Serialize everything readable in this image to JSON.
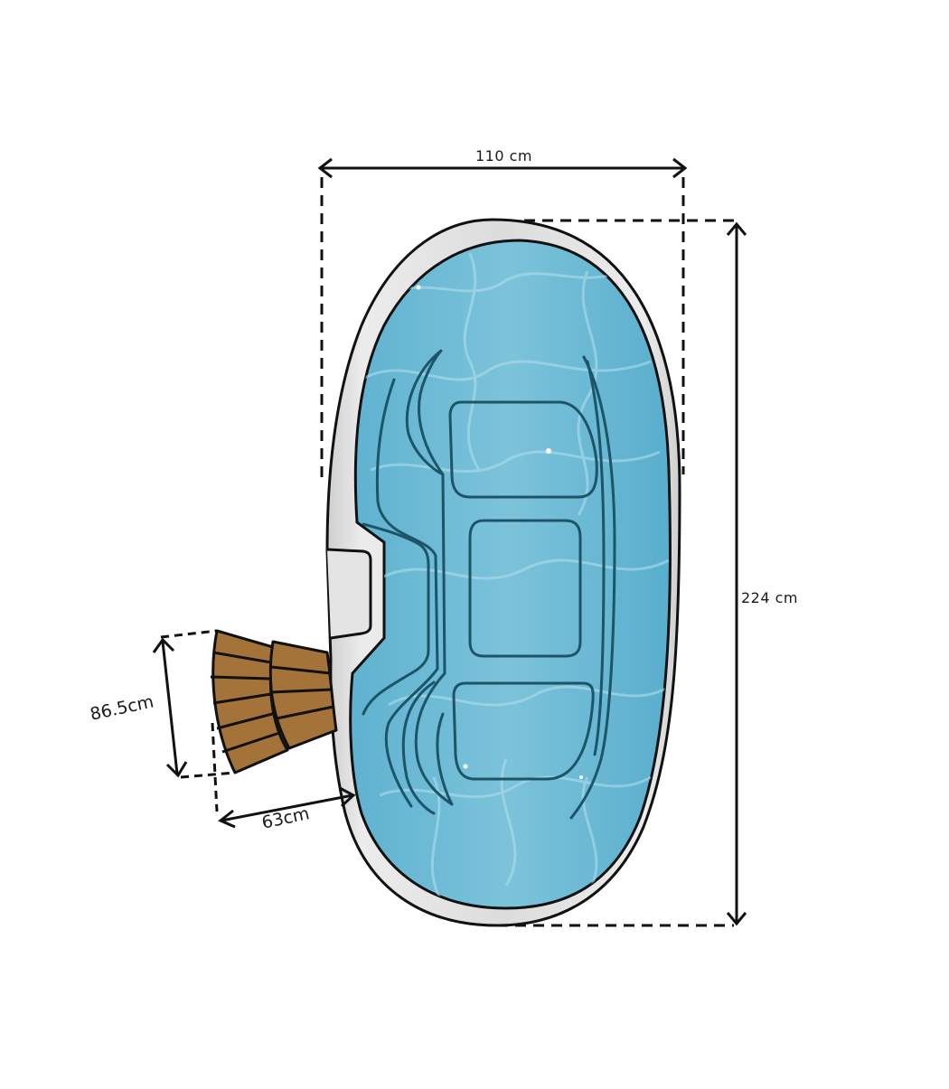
{
  "diagram": {
    "subject": "Oval hot tub with two-tier wooden entry steps (top view)",
    "dimensions": {
      "width": {
        "label": "110 cm",
        "value": 110,
        "unit": "cm",
        "orientation": "horizontal"
      },
      "length": {
        "label": "224 cm",
        "value": 224,
        "unit": "cm",
        "orientation": "vertical"
      },
      "steps_height": {
        "label": "86.5 cm",
        "value": 86.5,
        "unit": "cm",
        "orientation": "vertical-tilted"
      },
      "steps_depth": {
        "label": "63 cm",
        "value": 63,
        "unit": "cm",
        "orientation": "horizontal-tilted"
      }
    },
    "labels": {
      "width": "110 cm",
      "length": "224 cm",
      "steps_height_num": "86.5",
      "steps_height_unit": "cm",
      "steps_depth_num": "63",
      "steps_depth_unit": "cm"
    },
    "components": [
      "tub-shell",
      "water-basin",
      "seats",
      "lounger-contours",
      "control-panel-niche",
      "wooden-steps"
    ],
    "colors": {
      "water": "#6fbcd6",
      "water_dark": "#4aa6c6",
      "water_caustic": "#a9dbeb",
      "shell": "#d9d9d9",
      "shell_highlight": "#efefef",
      "outline": "#111111",
      "seat_outline": "#1c5468",
      "wood": "#a4733a",
      "dimension_line": "#111111"
    }
  }
}
